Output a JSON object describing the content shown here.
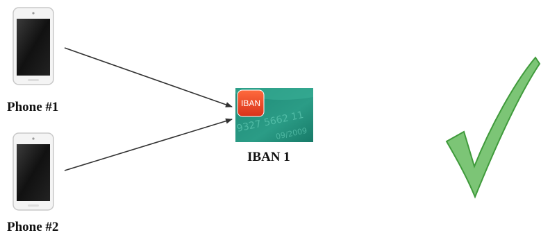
{
  "nodes": {
    "phone1": {
      "label": "Phone #1",
      "icon": "smartphone-icon"
    },
    "phone2": {
      "label": "Phone #2",
      "icon": "smartphone-icon"
    },
    "iban": {
      "label": "IBAN 1",
      "icon_text": "IBAN",
      "card_number": "9327 5662 11",
      "card_date": "09/2009"
    }
  },
  "edges": [
    {
      "from": "phone1",
      "to": "iban"
    },
    {
      "from": "phone2",
      "to": "iban"
    }
  ],
  "result": {
    "icon": "checkmark-icon",
    "color": "#7cc576"
  }
}
